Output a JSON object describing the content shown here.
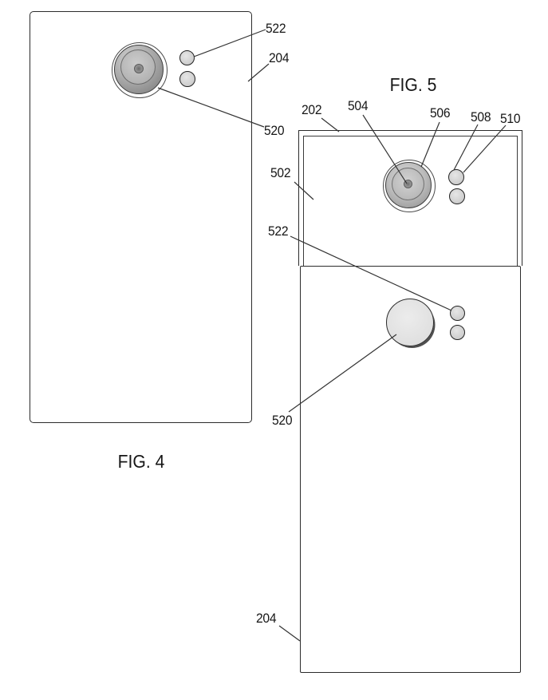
{
  "fig4": {
    "caption": "FIG. 4",
    "refs": {
      "r522": "522",
      "r204": "204",
      "r520": "520"
    }
  },
  "fig5": {
    "title": "FIG. 5",
    "refs": {
      "r202": "202",
      "r504": "504",
      "r506": "506",
      "r508": "508",
      "r510": "510",
      "r502": "502",
      "r522": "522",
      "r520": "520",
      "r204": "204"
    }
  },
  "colors": {
    "line": "#2b2b2b",
    "label_text": "#161616",
    "lens_dark": "#787878",
    "lens_light": "#d4d4d4",
    "background": "#ffffff"
  }
}
